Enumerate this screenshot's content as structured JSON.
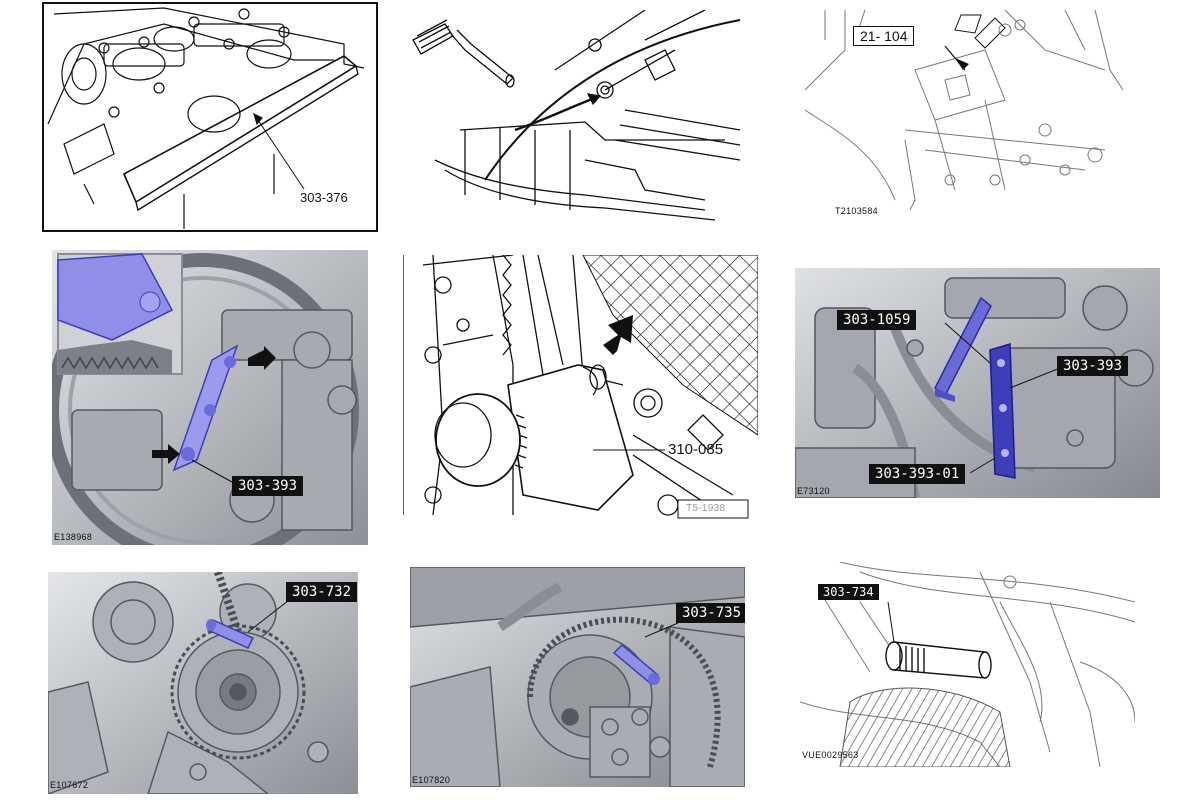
{
  "panels": [
    {
      "id": "p1",
      "callouts": [
        "303-376"
      ],
      "figure_id": ""
    },
    {
      "id": "p2",
      "callouts": [],
      "figure_id": ""
    },
    {
      "id": "p3",
      "callouts": [
        "21- 104"
      ],
      "figure_id": "T2103584"
    },
    {
      "id": "p4",
      "callouts": [
        "303-393"
      ],
      "figure_id": "E138968"
    },
    {
      "id": "p5",
      "callouts": [
        "310-085"
      ],
      "figure_id": "T5-1938"
    },
    {
      "id": "p6",
      "callouts": [
        "303-1059",
        "303-393",
        "303-393-01"
      ],
      "figure_id": "E73120"
    },
    {
      "id": "p7",
      "callouts": [
        "303-732"
      ],
      "figure_id": "E107672"
    },
    {
      "id": "p8",
      "callouts": [
        "303-735"
      ],
      "figure_id": "E107820"
    },
    {
      "id": "p9",
      "callouts": [
        "303-734"
      ],
      "figure_id": "VUE0029563"
    }
  ],
  "colors": {
    "tool_blue": "#8f8fe8",
    "tool_blue_dark": "#4a4acb",
    "line": "#111111",
    "render_gray": "#b9bcc2"
  }
}
